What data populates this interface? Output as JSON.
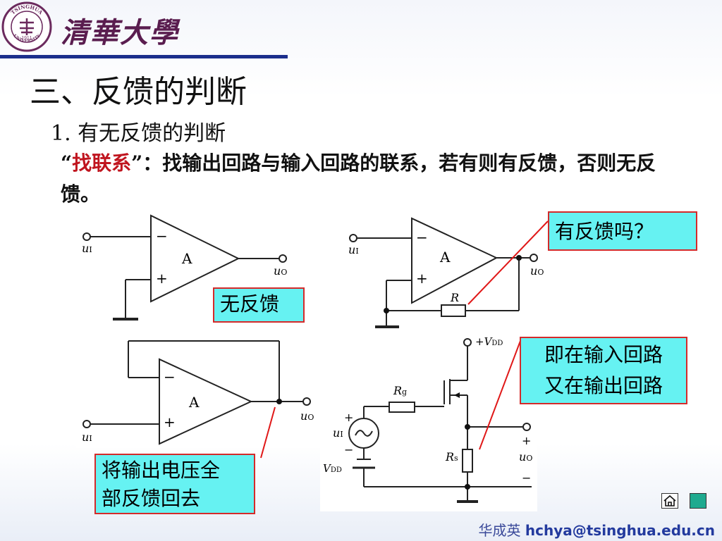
{
  "header": {
    "school_name": "清華大學",
    "logo_top": "TSINGHUA",
    "logo_bottom": "UNIVERSITY",
    "logo_year": "1911"
  },
  "slide": {
    "section_title": "三、反馈的判断",
    "sub_title": "1. 有无反馈的判断",
    "desc_open_quote": "“",
    "desc_highlight": "找联系",
    "desc_close_quote": "”",
    "desc_rest": "：找输出回路与输入回路的联系，若有则有反馈，否则无反馈。"
  },
  "diagram_labels": {
    "opamp": "A",
    "minus": "−",
    "plus": "+",
    "u": "u",
    "sub_I": "I",
    "sub_O": "O",
    "R": "R",
    "Rg": "R",
    "Rg_sub": "g",
    "Rs": "R",
    "Rs_sub": "s",
    "Vdd": "+V",
    "Vdd_sub": "DD",
    "Vdd2": "V",
    "Vdd2_sub": "DD"
  },
  "callouts": {
    "no_feedback": "无反馈",
    "has_feedback_q": "有反馈吗？",
    "both_loops_1": "即在输入回路",
    "both_loops_2": "又在输出回路",
    "full_feedback_1": "将输出电压全",
    "full_feedback_2": "部反馈回去"
  },
  "footer": {
    "author": "华成英 ",
    "email": "hchya@tsinghua.edu.cn"
  },
  "colors": {
    "callout_bg": "#66f2f2",
    "callout_border": "#d42a2a",
    "highlight": "#c0151f",
    "rule": "#1c2f8c"
  }
}
